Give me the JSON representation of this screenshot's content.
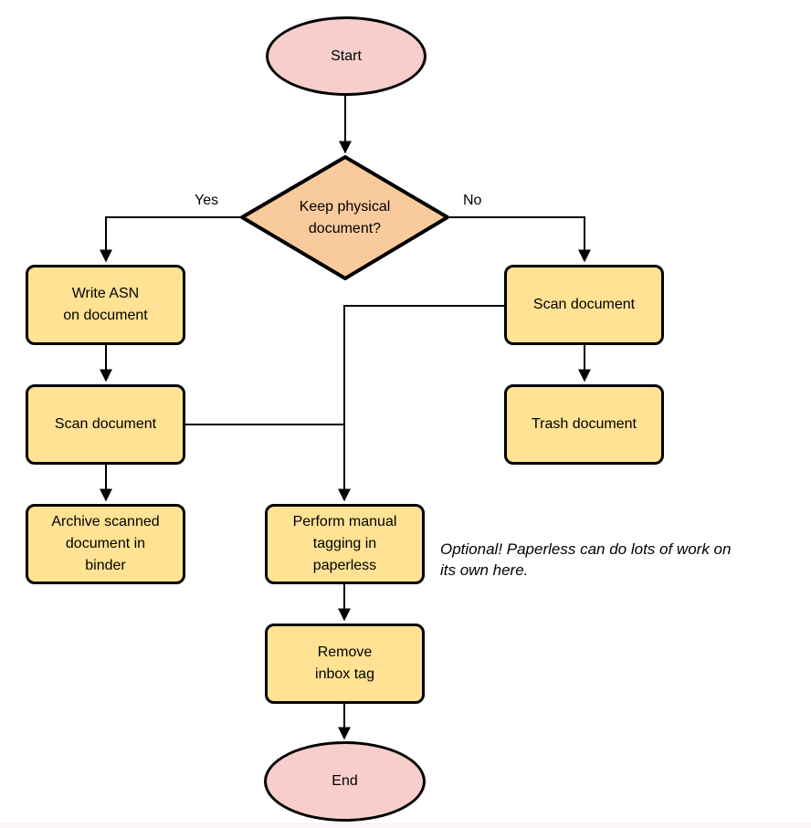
{
  "colors": {
    "background": "#ffffff",
    "stroke": "#000000",
    "terminal_fill": "#f8cecc",
    "decision_fill": "#f9cb9c",
    "process_fill": "#ffe294"
  },
  "nodes": {
    "start": {
      "label": "Start"
    },
    "decision": {
      "label": "Keep physical\ndocument?"
    },
    "write_asn": {
      "label": "Write ASN\non document"
    },
    "scan_keep": {
      "label": "Scan document"
    },
    "archive": {
      "label": "Archive scanned\ndocument in\nbinder"
    },
    "scan_discard": {
      "label": "Scan document"
    },
    "trash": {
      "label": "Trash document"
    },
    "tagging": {
      "label": "Perform manual\ntagging in\npaperless"
    },
    "remove_inbox": {
      "label": "Remove\ninbox tag"
    },
    "end": {
      "label": "End"
    }
  },
  "edge_labels": {
    "yes": "Yes",
    "no": "No"
  },
  "annotation": {
    "text": "Optional! Paperless can do lots of work on\nits own here."
  }
}
